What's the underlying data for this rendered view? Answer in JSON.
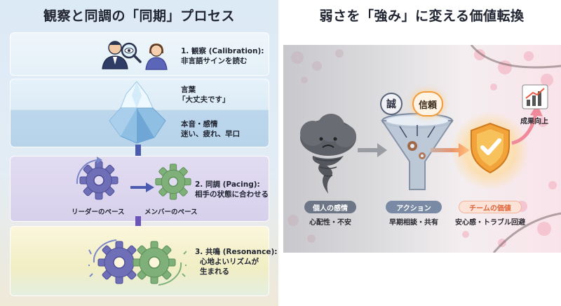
{
  "left": {
    "title": "観察と同調の「同期」プロセス",
    "step1": {
      "heading": "1. 観察 (Calibration):",
      "desc": "非言語サインを読む"
    },
    "iceberg": {
      "surface_label": "言葉",
      "surface_quote": "「大丈夫です」",
      "hidden_label": "本音・感情",
      "hidden_items": "迷い、疲れ、早口"
    },
    "step2": {
      "heading": "2. 同調 (Pacing):",
      "desc": "相手の状態に合わせる",
      "leader_label": "リーダーのペース",
      "member_label": "メンバーのペース"
    },
    "step3": {
      "heading": "3. 共鳴 (Resonance):",
      "desc_line1": "心地よいリズムが",
      "desc_line2": "生まれる"
    }
  },
  "right": {
    "title": "弱さを「強み」に変える価値転換",
    "badge_sincerity": "誠",
    "badge_trust": "信頼",
    "outcome": "成果向上",
    "stage1": {
      "label": "個人の感情",
      "caption": "心配性・不安"
    },
    "stage2": {
      "label": "アクション",
      "caption": "早期相談・共有"
    },
    "stage3": {
      "label": "チームの価値",
      "caption": "安心感・トラブル回避"
    }
  },
  "colors": {
    "gear_purple": "#6f6fb8",
    "gear_green": "#7fb07a",
    "arrow_blue": "#4a5bb0",
    "pill_gray": "#6d7686",
    "pill_orange": "#e98a5a",
    "shield_orange": "#f2a33a"
  },
  "icons": [
    "observer-with-magnifier-icon",
    "person-icon",
    "iceberg-icon",
    "gear-icon",
    "storm-cloud-icon",
    "funnel-icon",
    "shield-check-icon",
    "bar-chart-up-icon"
  ]
}
